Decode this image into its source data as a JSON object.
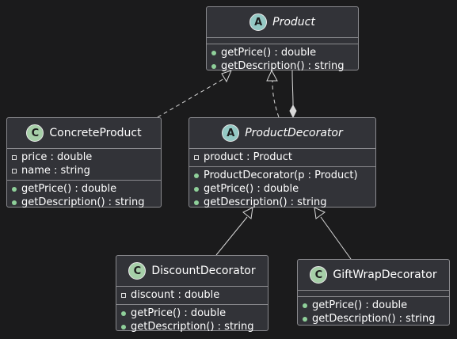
{
  "classes": {
    "product": {
      "name": "Product",
      "stereotype": "A",
      "attributes": [],
      "methods": [
        "getPrice() : double",
        "getDescription() : string"
      ]
    },
    "concrete": {
      "name": "ConcreteProduct",
      "stereotype": "C",
      "attributes": [
        "price : double",
        "name : string"
      ],
      "methods": [
        "getPrice() : double",
        "getDescription() : string"
      ]
    },
    "decorator": {
      "name": "ProductDecorator",
      "stereotype": "A",
      "attributes": [
        "product : Product"
      ],
      "methods": [
        "ProductDecorator(p : Product)",
        "getPrice() : double",
        "getDescription() : string"
      ]
    },
    "discount": {
      "name": "DiscountDecorator",
      "stereotype": "C",
      "attributes": [
        "discount : double"
      ],
      "methods": [
        "getPrice() : double",
        "getDescription() : string"
      ]
    },
    "giftwrap": {
      "name": "GiftWrapDecorator",
      "stereotype": "C",
      "attributes": [],
      "methods": [
        "getPrice() : double",
        "getDescription() : string"
      ]
    }
  },
  "relations": [
    {
      "from": "concrete",
      "to": "product",
      "kind": "realization"
    },
    {
      "from": "decorator",
      "to": "product",
      "kind": "realization"
    },
    {
      "from": "product",
      "to": "decorator",
      "kind": "composition"
    },
    {
      "from": "discount",
      "to": "decorator",
      "kind": "inheritance"
    },
    {
      "from": "giftwrap",
      "to": "decorator",
      "kind": "inheritance"
    }
  ],
  "colors": {
    "background": "#1b1b1c",
    "box": "#323338",
    "border": "#8a8a8e",
    "class_badge": "#a6cfa8",
    "abstract_badge": "#94c9c4",
    "public_marker": "#8fd09a",
    "line": "#d8d8d8"
  }
}
